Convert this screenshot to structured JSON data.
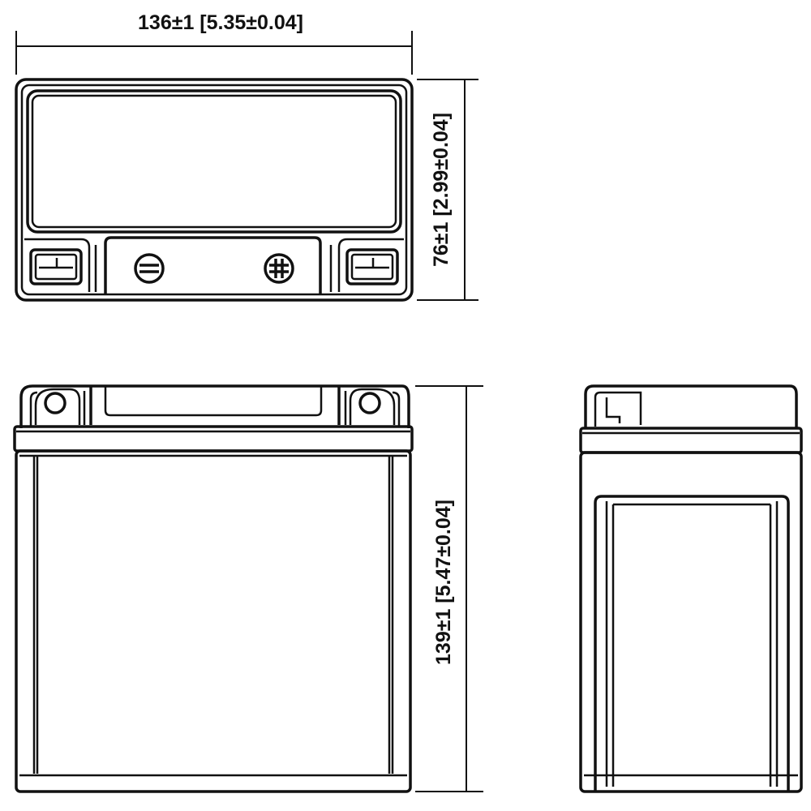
{
  "dimensions": {
    "width_label": "136±1 [5.35±0.04]",
    "depth_label": "76±1 [2.99±0.04]",
    "height_label": "139±1 [5.47±0.04]"
  },
  "terminals": {
    "negative_symbol": "⊖",
    "positive_symbol": "⊕"
  },
  "colors": {
    "line": "#111111",
    "background": "#ffffff"
  }
}
